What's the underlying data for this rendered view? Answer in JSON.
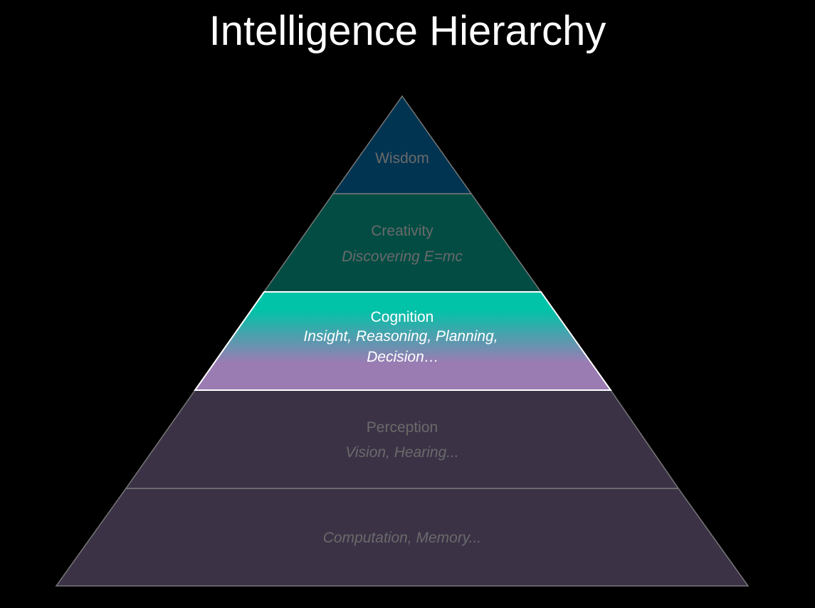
{
  "title": "Intelligence Hierarchy",
  "colors": {
    "background": "#000000",
    "title": "#ffffff",
    "dim_text": "#6a6a6a",
    "bright_text": "#ffffff",
    "wisdom_fill": "#013451",
    "creativity_fill": "#024c43",
    "cognition_gradient_top": "#00c3a8",
    "cognition_gradient_bottom": "#9a7cb3",
    "perception_fill": "#3b3246",
    "base_fill": "#3b3246",
    "outline": "#777777",
    "highlight_outline": "#ffffff"
  },
  "levels": [
    {
      "id": "wisdom",
      "name": "Wisdom",
      "subtitle": ""
    },
    {
      "id": "creativity",
      "name": "Creativity",
      "subtitle": "Discovering E=mc"
    },
    {
      "id": "cognition",
      "name": "Cognition",
      "subtitle_line1": "Insight, Reasoning, Planning,",
      "subtitle_line2": "Decision…"
    },
    {
      "id": "perception",
      "name": "Perception",
      "subtitle": "Vision, Hearing..."
    },
    {
      "id": "base",
      "name": "",
      "subtitle": "Computation, Memory..."
    }
  ]
}
